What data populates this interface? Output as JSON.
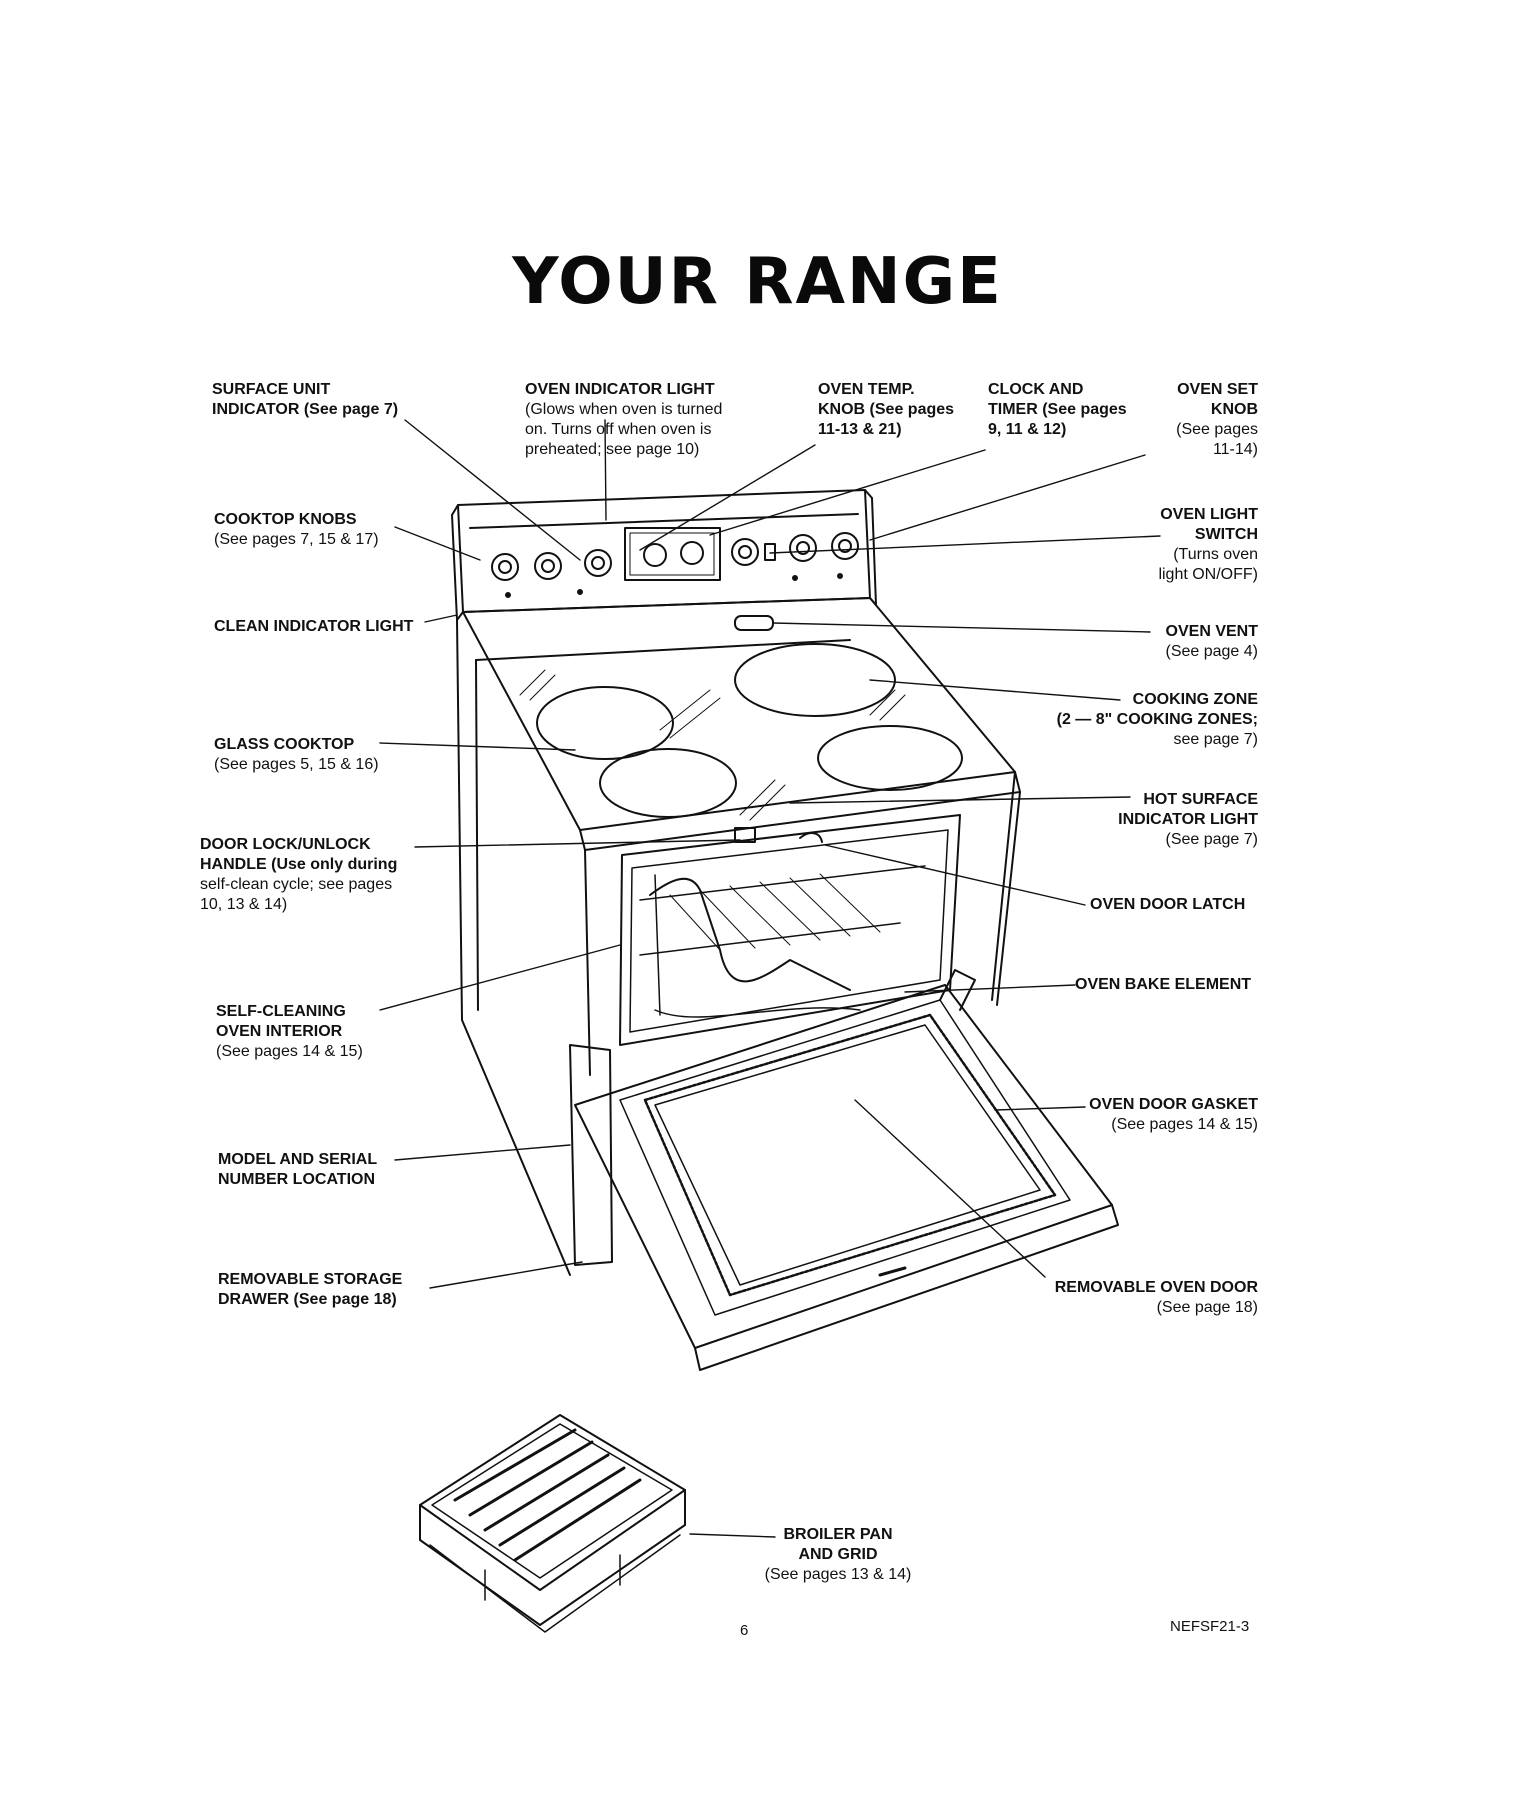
{
  "title": "YOUR RANGE",
  "labels": {
    "surface_unit_indicator": [
      "SURFACE UNIT",
      "INDICATOR (See page 7)"
    ],
    "oven_indicator_light": [
      "OVEN INDICATOR LIGHT",
      "(Glows when oven is turned",
      "on. Turns off when oven is",
      "preheated; see page 10)"
    ],
    "oven_temp_knob": [
      "OVEN TEMP.",
      "KNOB (See pages",
      "11-13 & 21)"
    ],
    "clock_and_timer": [
      "CLOCK AND",
      "TIMER (See pages",
      "9, 11 & 12)"
    ],
    "oven_set_knob": [
      "OVEN SET",
      "KNOB",
      "(See pages",
      "11-14)"
    ],
    "cooktop_knobs": [
      "COOKTOP KNOBS",
      "(See pages 7, 15 & 17)"
    ],
    "oven_light_switch": [
      "OVEN LIGHT",
      "SWITCH",
      "(Turns oven",
      "light ON/OFF)"
    ],
    "clean_indicator_light": [
      "CLEAN INDICATOR LIGHT"
    ],
    "oven_vent": [
      "OVEN VENT",
      "(See page 4)"
    ],
    "cooking_zone": [
      "COOKING ZONE",
      "(2 — 8\" COOKING ZONES;",
      "see page 7)"
    ],
    "glass_cooktop": [
      "GLASS COOKTOP",
      "(See pages 5, 15 & 16)"
    ],
    "hot_surface_indicator": [
      "HOT SURFACE",
      "INDICATOR LIGHT",
      "(See page 7)"
    ],
    "door_lock_handle": [
      "DOOR LOCK/UNLOCK",
      "HANDLE (Use only during",
      "self-clean cycle; see pages",
      "10, 13 & 14)"
    ],
    "oven_door_latch": [
      "OVEN DOOR LATCH"
    ],
    "oven_bake_element": [
      "OVEN BAKE ELEMENT"
    ],
    "self_cleaning_interior": [
      "SELF-CLEANING",
      "OVEN INTERIOR",
      "(See pages 14 & 15)"
    ],
    "oven_door_gasket": [
      "OVEN DOOR GASKET",
      "(See pages 14 & 15)"
    ],
    "model_serial_location": [
      "MODEL AND SERIAL",
      "NUMBER LOCATION"
    ],
    "removable_storage_drawer": [
      "REMOVABLE STORAGE",
      "DRAWER (See page 18)"
    ],
    "removable_oven_door": [
      "REMOVABLE OVEN DOOR",
      "(See page 18)"
    ],
    "broiler_pan": [
      "BROILER PAN",
      "AND GRID",
      "(See pages 13 & 14)"
    ]
  },
  "page_number": "6",
  "doc_code": "NEFSF21-3"
}
